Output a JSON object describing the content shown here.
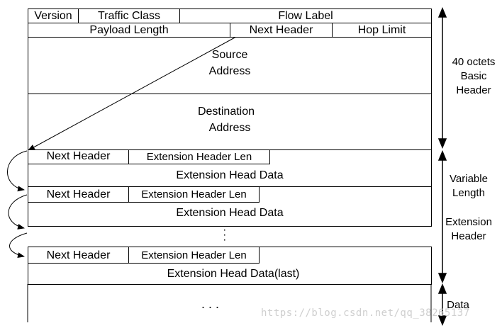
{
  "row1": {
    "version": "Version",
    "traffic_class": "Traffic Class",
    "flow_label": "Flow Label"
  },
  "row2": {
    "payload_length": "Payload Length",
    "next_header": "Next Header",
    "hop_limit": "Hop Limit"
  },
  "source": [
    "Source",
    "Address"
  ],
  "destination": [
    "Destination",
    "Address"
  ],
  "ext1": {
    "next_header": "Next Header",
    "len": "Extension Header Len",
    "data": "Extension Head Data"
  },
  "ext2": {
    "next_header": "Next Header",
    "len": "Extension Header Len",
    "data": "Extension Head Data"
  },
  "ext3": {
    "next_header": "Next Header",
    "len": "Extension Header Len",
    "data": "Extension Head Data(last)"
  },
  "ellipsis_bottom": ". . .",
  "side": {
    "basic": [
      "40 octets",
      "Basic",
      "Header"
    ],
    "variable": [
      "Variable",
      "Length"
    ],
    "extension": [
      "Extension",
      "Header"
    ],
    "data": "Data"
  },
  "watermark": "https://blog.csdn.net/qq_38265137"
}
